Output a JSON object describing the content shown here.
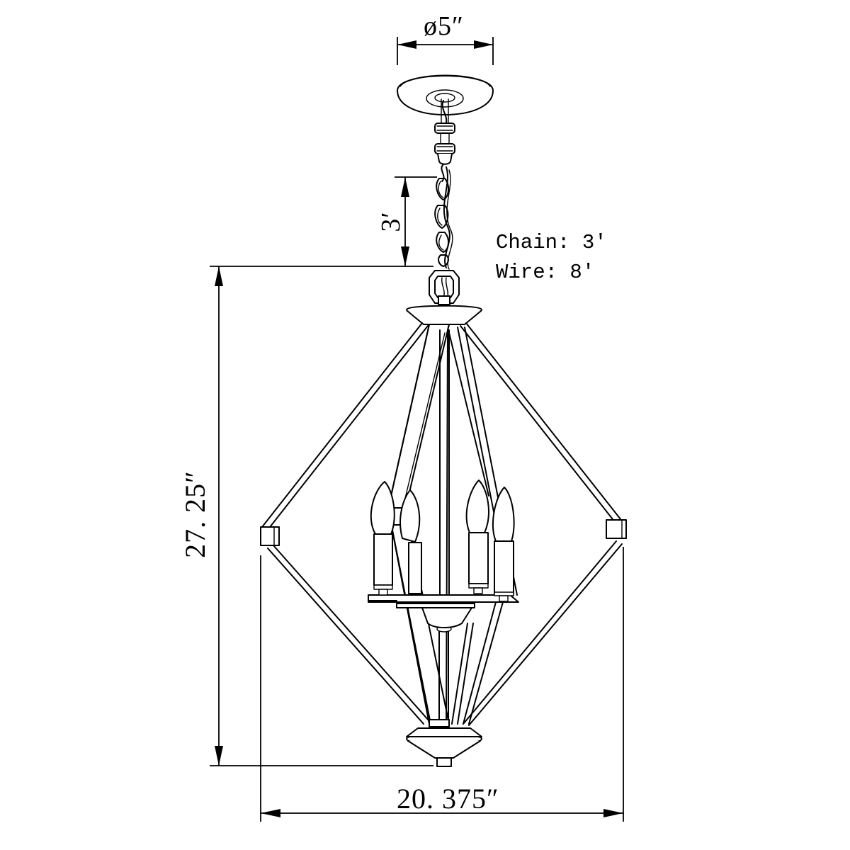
{
  "diagram": {
    "subject": "Pendant chandelier dimension drawing",
    "line_color": "#000000",
    "background_color": "#ffffff"
  },
  "dimensions": {
    "canopy_diameter": {
      "label": "ø5″",
      "value": 5,
      "unit": "in"
    },
    "chain_drop": {
      "label": "3′",
      "value": 3,
      "unit": "ft"
    },
    "height": {
      "label": "27. 25″",
      "value": 27.25,
      "unit": "in"
    },
    "width": {
      "label": "20. 375″",
      "value": 20.375,
      "unit": "in"
    }
  },
  "notes": {
    "chain": "Chain: 3′",
    "wire": "Wire: 8′"
  },
  "components": {
    "canopy": "ceiling canopy",
    "chain": "chain",
    "loop": "hanging loop",
    "top_cap": "top cap",
    "frame": "diamond cage frame",
    "candles": [
      "candle-1",
      "candle-2",
      "candle-3",
      "candle-4"
    ],
    "bottom_finial": "bottom finial"
  }
}
